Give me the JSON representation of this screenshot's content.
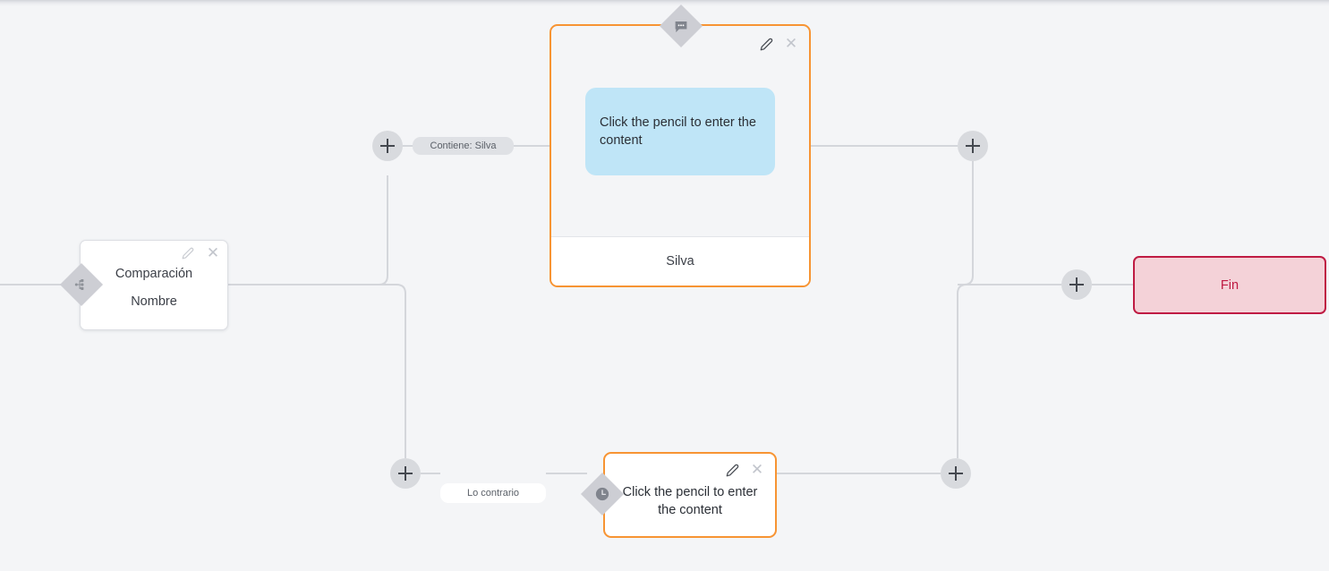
{
  "canvas": {
    "background_color": "#f4f5f7",
    "accent_orange": "#f79433",
    "end_color": "#bf1b43",
    "bubble_color": "#bfe5f7",
    "wire_color": "#d4d6db"
  },
  "nodes": {
    "compare": {
      "title": "Comparación",
      "subtitle": "Nombre",
      "handle_icon": "branch-icon",
      "edit_icon": "pencil-icon",
      "close_icon": "close-icon"
    },
    "message": {
      "bubble_text": "Click the pencil to enter the content",
      "footer_text": "Silva",
      "handle_icon": "chat-bubble-icon",
      "edit_icon": "pencil-icon",
      "close_icon": "close-icon"
    },
    "wait": {
      "text": "Click the pencil to enter the content",
      "handle_icon": "clock-icon",
      "edit_icon": "pencil-icon",
      "close_icon": "close-icon"
    },
    "end": {
      "label": "Fin"
    }
  },
  "edge_labels": {
    "top": "Contiene: Silva",
    "bottom": "Lo contrario"
  },
  "add_buttons": {
    "top_left": "+",
    "bottom_left": "+",
    "top_right": "+",
    "bottom_right": "+",
    "end_left": "+"
  }
}
